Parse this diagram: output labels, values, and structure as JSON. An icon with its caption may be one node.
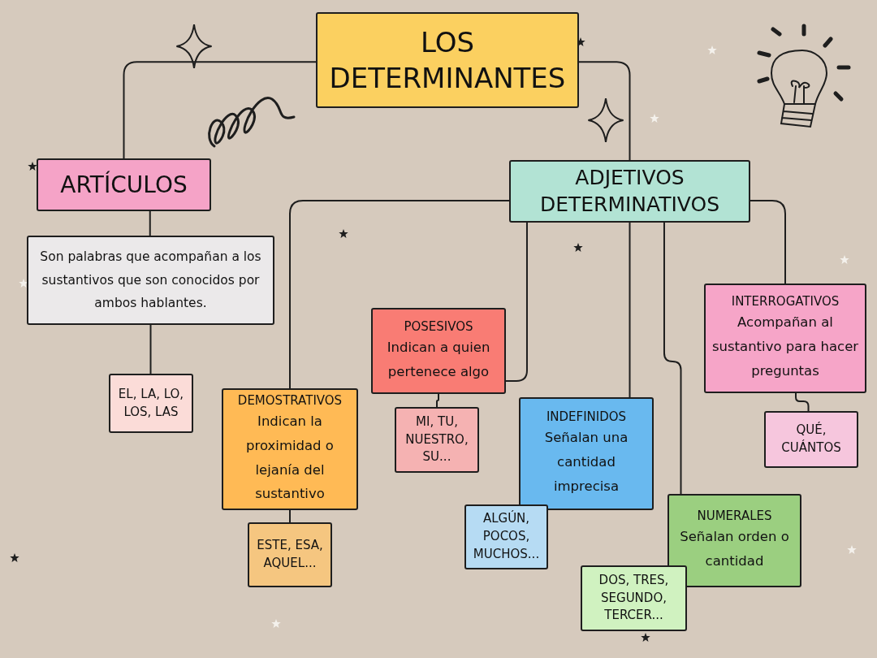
{
  "diagram": {
    "nodes": [
      {
        "text": [
          "LOS DETERMINANTES"
        ]
      },
      {
        "text": [
          "ARTÍCULOS"
        ]
      },
      {
        "text": [
          "Son palabras que acompañan a los sustantivos que son conocidos por ambos hablantes."
        ]
      },
      {
        "text": [
          "EL, LA, LO, LOS, LAS"
        ]
      },
      {
        "text": [
          "ADJETIVOS DETERMINATIVOS"
        ]
      },
      {
        "text": [
          "DEMOSTRATIVOS",
          "Indican la proximidad o lejanía del sustantivo"
        ]
      },
      {
        "text": [
          "ESTE, ESA, AQUEL..."
        ]
      },
      {
        "text": [
          "POSESIVOS",
          "Indican a quien pertenece algo"
        ]
      },
      {
        "text": [
          "MI, TU, NUESTRO, SU..."
        ]
      },
      {
        "text": [
          "INDEFINIDOS",
          "Señalan una cantidad imprecisa"
        ]
      },
      {
        "text": [
          "ALGÚN, POCOS, MUCHOS..."
        ]
      },
      {
        "text": [
          "NUMERALES",
          "Señalan orden o cantidad"
        ]
      },
      {
        "text": [
          "DOS, TRES, SEGUNDO, TERCER..."
        ]
      },
      {
        "text": [
          "INTERROGATIVOS",
          "Acompañan al sustantivo para hacer preguntas"
        ]
      },
      {
        "text": [
          "QUÉ, CUÁNTOS"
        ]
      }
    ],
    "edges": [
      {
        "from": 0,
        "to": 1,
        "arrow": "none"
      },
      {
        "from": 0,
        "to": 4,
        "arrow": "none"
      },
      {
        "from": 1,
        "to": 2,
        "arrow": "none"
      },
      {
        "from": 2,
        "to": 3,
        "arrow": "none"
      },
      {
        "from": 4,
        "to": 5,
        "arrow": "none"
      },
      {
        "from": 4,
        "to": 7,
        "arrow": "none"
      },
      {
        "from": 4,
        "to": 9,
        "arrow": "none"
      },
      {
        "from": 4,
        "to": 11,
        "arrow": "none"
      },
      {
        "from": 4,
        "to": 13,
        "arrow": "none"
      },
      {
        "from": 5,
        "to": 6,
        "arrow": "none"
      },
      {
        "from": 7,
        "to": 8,
        "arrow": "none"
      },
      {
        "from": 13,
        "to": 14,
        "arrow": "none"
      }
    ]
  }
}
